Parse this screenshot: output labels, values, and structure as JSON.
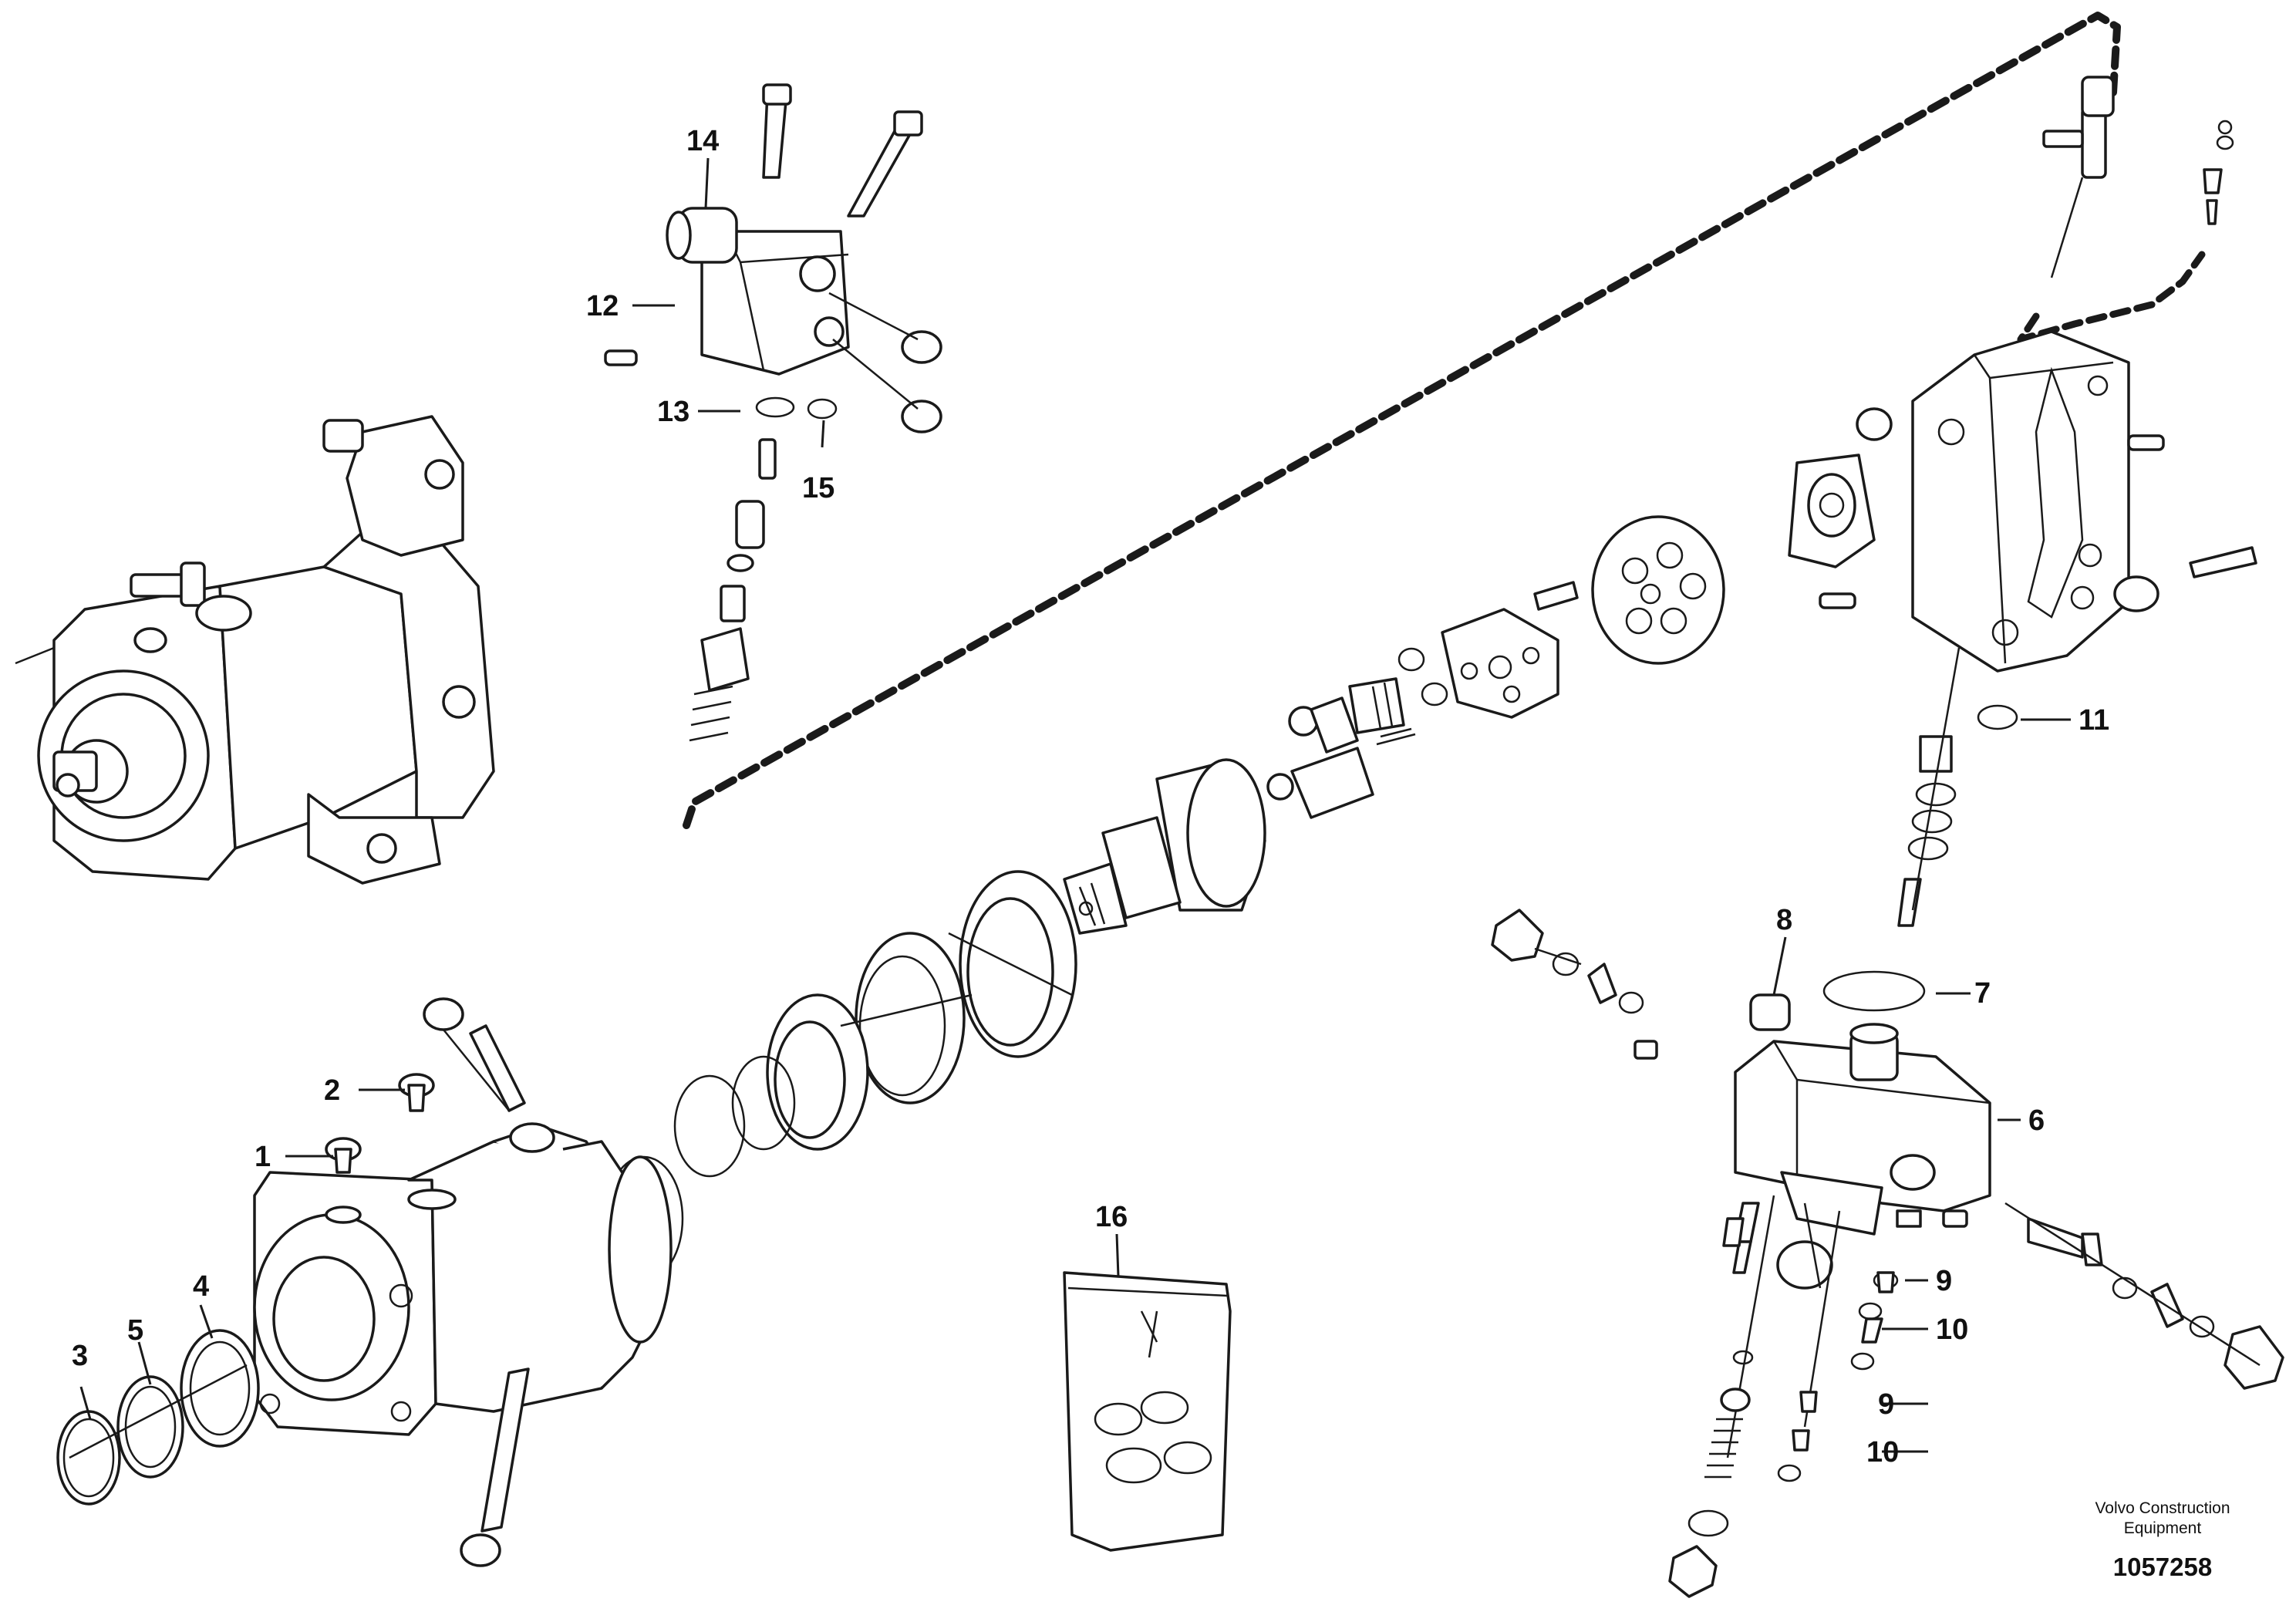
{
  "callouts": {
    "c1": "1",
    "c2": "2",
    "c3": "3",
    "c4": "4",
    "c5": "5",
    "c6": "6",
    "c7": "7",
    "c8": "8",
    "c9a": "9",
    "c9b": "9",
    "c10a": "10",
    "c10b": "10",
    "c11": "11",
    "c12": "12",
    "c13": "13",
    "c14": "14",
    "c15": "15",
    "c16": "16"
  },
  "footer": {
    "brand_line1": "Volvo Construction",
    "brand_line2": "Equipment",
    "drawing_number": "1057258"
  },
  "colors": {
    "line": "#1a1a1a",
    "background": "#ffffff"
  }
}
